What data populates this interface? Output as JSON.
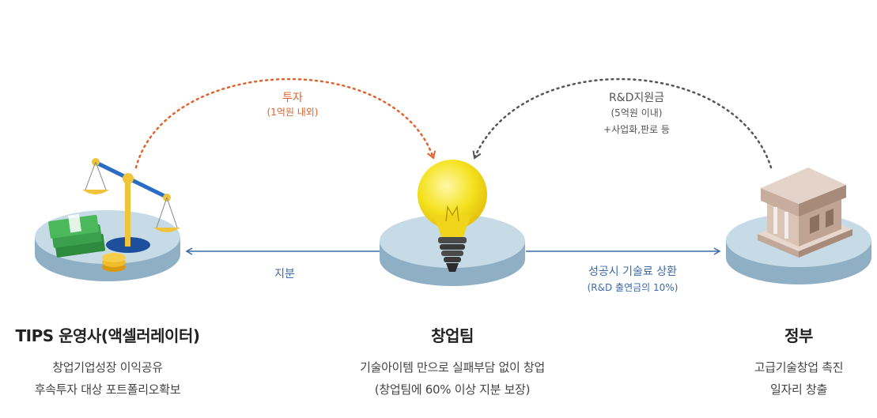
{
  "arrows": {
    "investment": {
      "label": "투자",
      "sub": "(1억원 내외)",
      "color": "#e0622c"
    },
    "rnd": {
      "label": "R&D지원금",
      "sub1": "(5억원 이내)",
      "sub2": "+사업화,판로 등",
      "color": "#555555"
    },
    "equity": {
      "label": "지분",
      "color": "#3d6aa8"
    },
    "royalty": {
      "label": "성공시 기술료 상환",
      "sub": "(R&D 출연금의 10%)",
      "color": "#3d6aa8"
    }
  },
  "nodes": {
    "operator": {
      "title": "TIPS 운영사(액셀러레이터)",
      "desc1": "창업기업성장 이익공유",
      "desc2": "후속투자 대상 포트폴리오확보",
      "icon": "scale-money-icon"
    },
    "team": {
      "title": "창업팀",
      "desc1": "기술아이템 만으로 실패부담 없이 창업",
      "desc2": "(창업팀에 60% 이상 지분 보장)",
      "icon": "light-bulb-icon"
    },
    "government": {
      "title": "정부",
      "desc1": "고급기술창업 촉진",
      "desc2": "일자리 창출",
      "icon": "government-building-icon"
    }
  }
}
